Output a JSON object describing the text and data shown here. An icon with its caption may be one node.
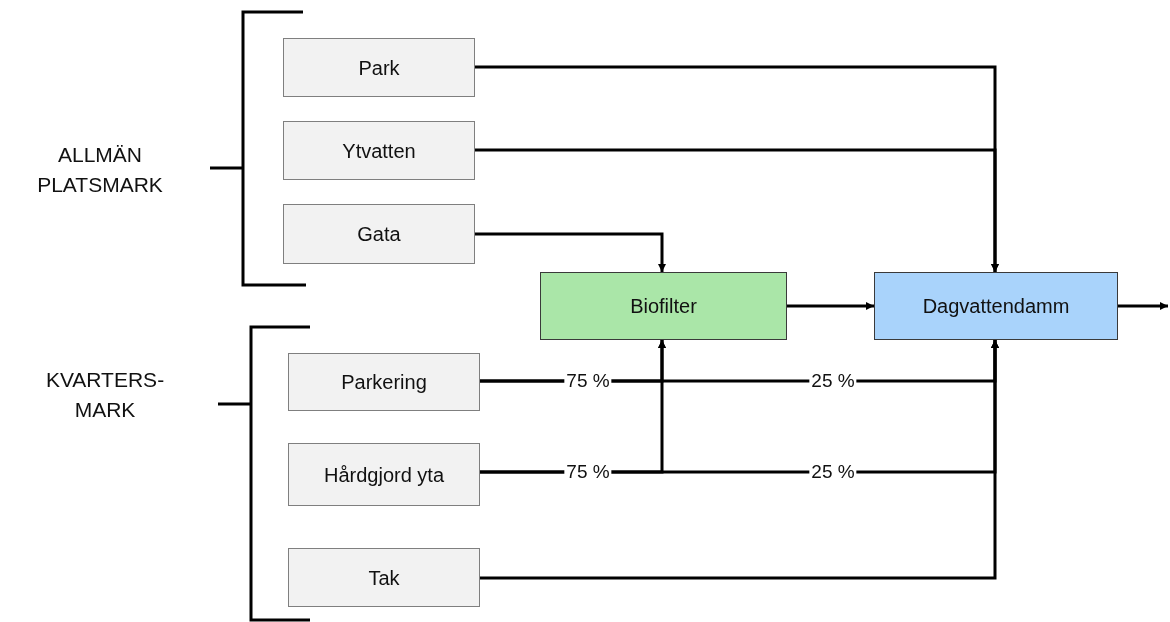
{
  "diagram": {
    "nodes": [
      {
        "text": [
          "Park"
        ]
      },
      {
        "text": [
          "Ytvatten"
        ]
      },
      {
        "text": [
          "Gata"
        ]
      },
      {
        "text": [
          "Biofilter"
        ]
      },
      {
        "text": [
          "Dagvattendamm"
        ]
      },
      {
        "text": [
          "Parkering"
        ]
      },
      {
        "text": [
          "Hårdgjord yta"
        ]
      },
      {
        "text": [
          "Tak"
        ]
      }
    ],
    "edges": [
      {
        "from": 0,
        "to": 4,
        "arrow": "to"
      },
      {
        "from": 1,
        "to": 4,
        "arrow": "to"
      },
      {
        "from": 2,
        "to": 3,
        "arrow": "to"
      },
      {
        "from": 3,
        "to": 4,
        "arrow": "to"
      },
      {
        "from": 4,
        "to": null,
        "arrow": "to"
      },
      {
        "from": 5,
        "to": 3,
        "arrow": "to",
        "label": "75 %"
      },
      {
        "from": 5,
        "to": 4,
        "arrow": "to",
        "label": "25 %"
      },
      {
        "from": 6,
        "to": 3,
        "arrow": "to",
        "label": "75 %"
      },
      {
        "from": 6,
        "to": 4,
        "arrow": "to",
        "label": "25 %"
      },
      {
        "from": 7,
        "to": 4,
        "arrow": "to"
      }
    ],
    "labels": [
      "ALLMÄN PLATSMARK",
      "KVARTERS-MARK"
    ]
  }
}
